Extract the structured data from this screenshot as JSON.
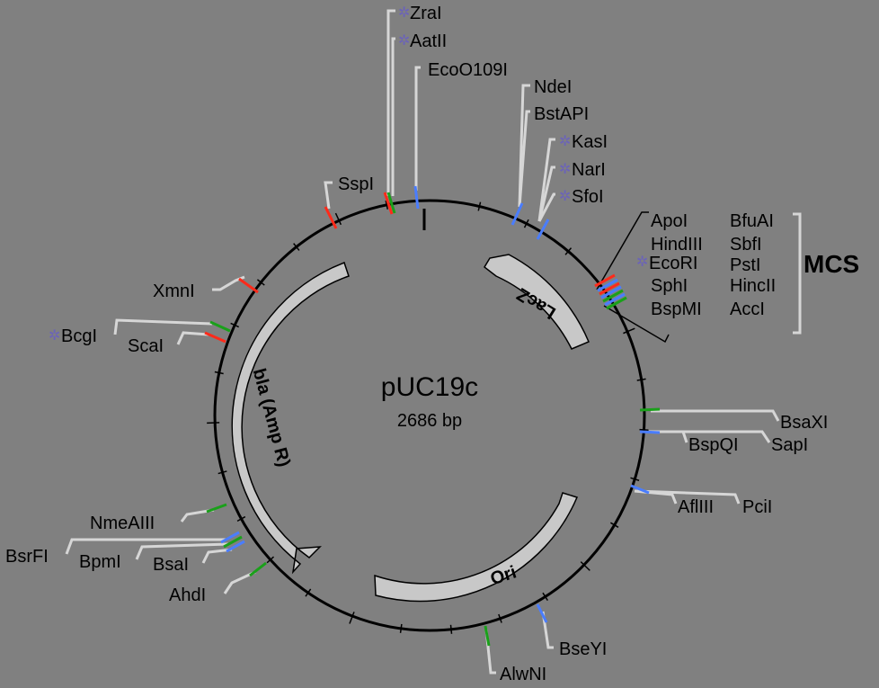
{
  "plasmid": {
    "name": "pUC19c",
    "size": "2686 bp",
    "length_bp": 2686
  },
  "colors": {
    "background": "#808080",
    "feature": "#c8c8c8",
    "red": "#ff2a1a",
    "green": "#1aa01a",
    "blue": "#4a7dff",
    "star": "#6b63b8"
  },
  "features": [
    {
      "name": "bla (Amp R)",
      "start": 1620,
      "end": 2450,
      "direction": "reverse"
    },
    {
      "name": "LacZ",
      "start": 140,
      "end": 430,
      "direction": "reverse"
    },
    {
      "name": "Ori",
      "start": 910,
      "end": 1540,
      "direction": "reverse"
    }
  ],
  "sites": [
    {
      "name": "ZraI",
      "star": true
    },
    {
      "name": "AatII",
      "star": true
    },
    {
      "name": "EcoO109I",
      "star": false
    },
    {
      "name": "NdeI",
      "star": false
    },
    {
      "name": "BstAPI",
      "star": false
    },
    {
      "name": "KasI",
      "star": true
    },
    {
      "name": "NarI",
      "star": true
    },
    {
      "name": "SfoI",
      "star": true
    },
    {
      "name": "SspI",
      "star": false
    },
    {
      "name": "XmnI",
      "star": false
    },
    {
      "name": "BcgI",
      "star": true
    },
    {
      "name": "ScaI",
      "star": false
    },
    {
      "name": "BsaXI",
      "star": false
    },
    {
      "name": "BspQI",
      "star": false
    },
    {
      "name": "SapI",
      "star": false
    },
    {
      "name": "AflIII",
      "star": false
    },
    {
      "name": "PciI",
      "star": false
    },
    {
      "name": "NmeAIII",
      "star": false
    },
    {
      "name": "BsrFI",
      "star": false
    },
    {
      "name": "BpmI",
      "star": false
    },
    {
      "name": "BsaI",
      "star": false
    },
    {
      "name": "AhdI",
      "star": false
    },
    {
      "name": "BseYI",
      "star": false
    },
    {
      "name": "AlwNI",
      "star": false
    }
  ],
  "mcs": {
    "title": "MCS",
    "col1": [
      {
        "name": "ApoI",
        "star": false
      },
      {
        "name": "HindIII",
        "star": false
      },
      {
        "name": "EcoRI",
        "star": true
      },
      {
        "name": "SphI",
        "star": false
      },
      {
        "name": "BspMI",
        "star": false
      }
    ],
    "col2": [
      "BfuAI",
      "SbfI",
      "PstI",
      "HincII",
      "AccI"
    ]
  }
}
